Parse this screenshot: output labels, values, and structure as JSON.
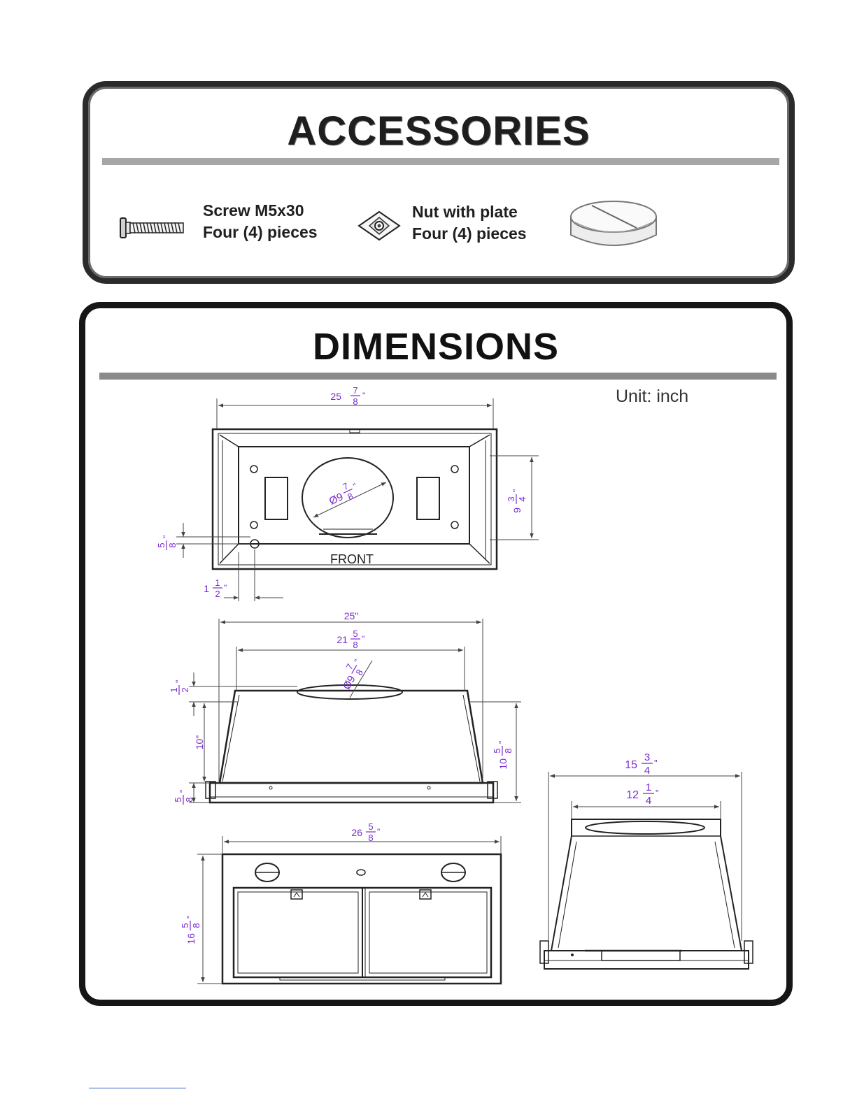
{
  "accessories": {
    "title": "ACCESSORIES",
    "items": [
      {
        "name": "Screw M5x30",
        "qty": "Four (4) pieces",
        "icon": "screw-icon"
      },
      {
        "name": "Nut with plate",
        "qty": "Four (4) pieces",
        "icon": "nut-plate-icon"
      },
      {
        "icon": "duct-collar-icon"
      }
    ]
  },
  "dimensions": {
    "title": "DIMENSIONS",
    "unit": "Unit: inch",
    "top_view": {
      "front_label": "FRONT",
      "width": {
        "whole": "25",
        "num": "7",
        "den": "8"
      },
      "duct_dia": {
        "prefix": "Ø9",
        "num": "7",
        "den": "8"
      },
      "depth": {
        "whole": "9",
        "num": "3",
        "den": "4"
      },
      "hole_offset": {
        "whole": "",
        "num": "5",
        "den": "8"
      },
      "hole_x": {
        "whole": "1",
        "num": "1",
        "den": "2"
      }
    },
    "front_view": {
      "overall_width": "25\"",
      "inner_width": {
        "whole": "21",
        "num": "5",
        "den": "8"
      },
      "duct_dia": {
        "prefix": "Ø9",
        "num": "7",
        "den": "8"
      },
      "collar_height": {
        "whole": "",
        "num": "1",
        "den": "2"
      },
      "body_height": "10\"",
      "flange_height": {
        "whole": "",
        "num": "5",
        "den": "8"
      },
      "total_height": {
        "whole": "10",
        "num": "5",
        "den": "8"
      }
    },
    "bottom_view": {
      "width": {
        "whole": "26",
        "num": "5",
        "den": "8"
      },
      "depth": {
        "whole": "16",
        "num": "5",
        "den": "8"
      }
    },
    "side_view": {
      "overall_depth": {
        "whole": "15",
        "num": "3",
        "den": "4"
      },
      "top_depth": {
        "whole": "12",
        "num": "1",
        "den": "4"
      }
    }
  }
}
